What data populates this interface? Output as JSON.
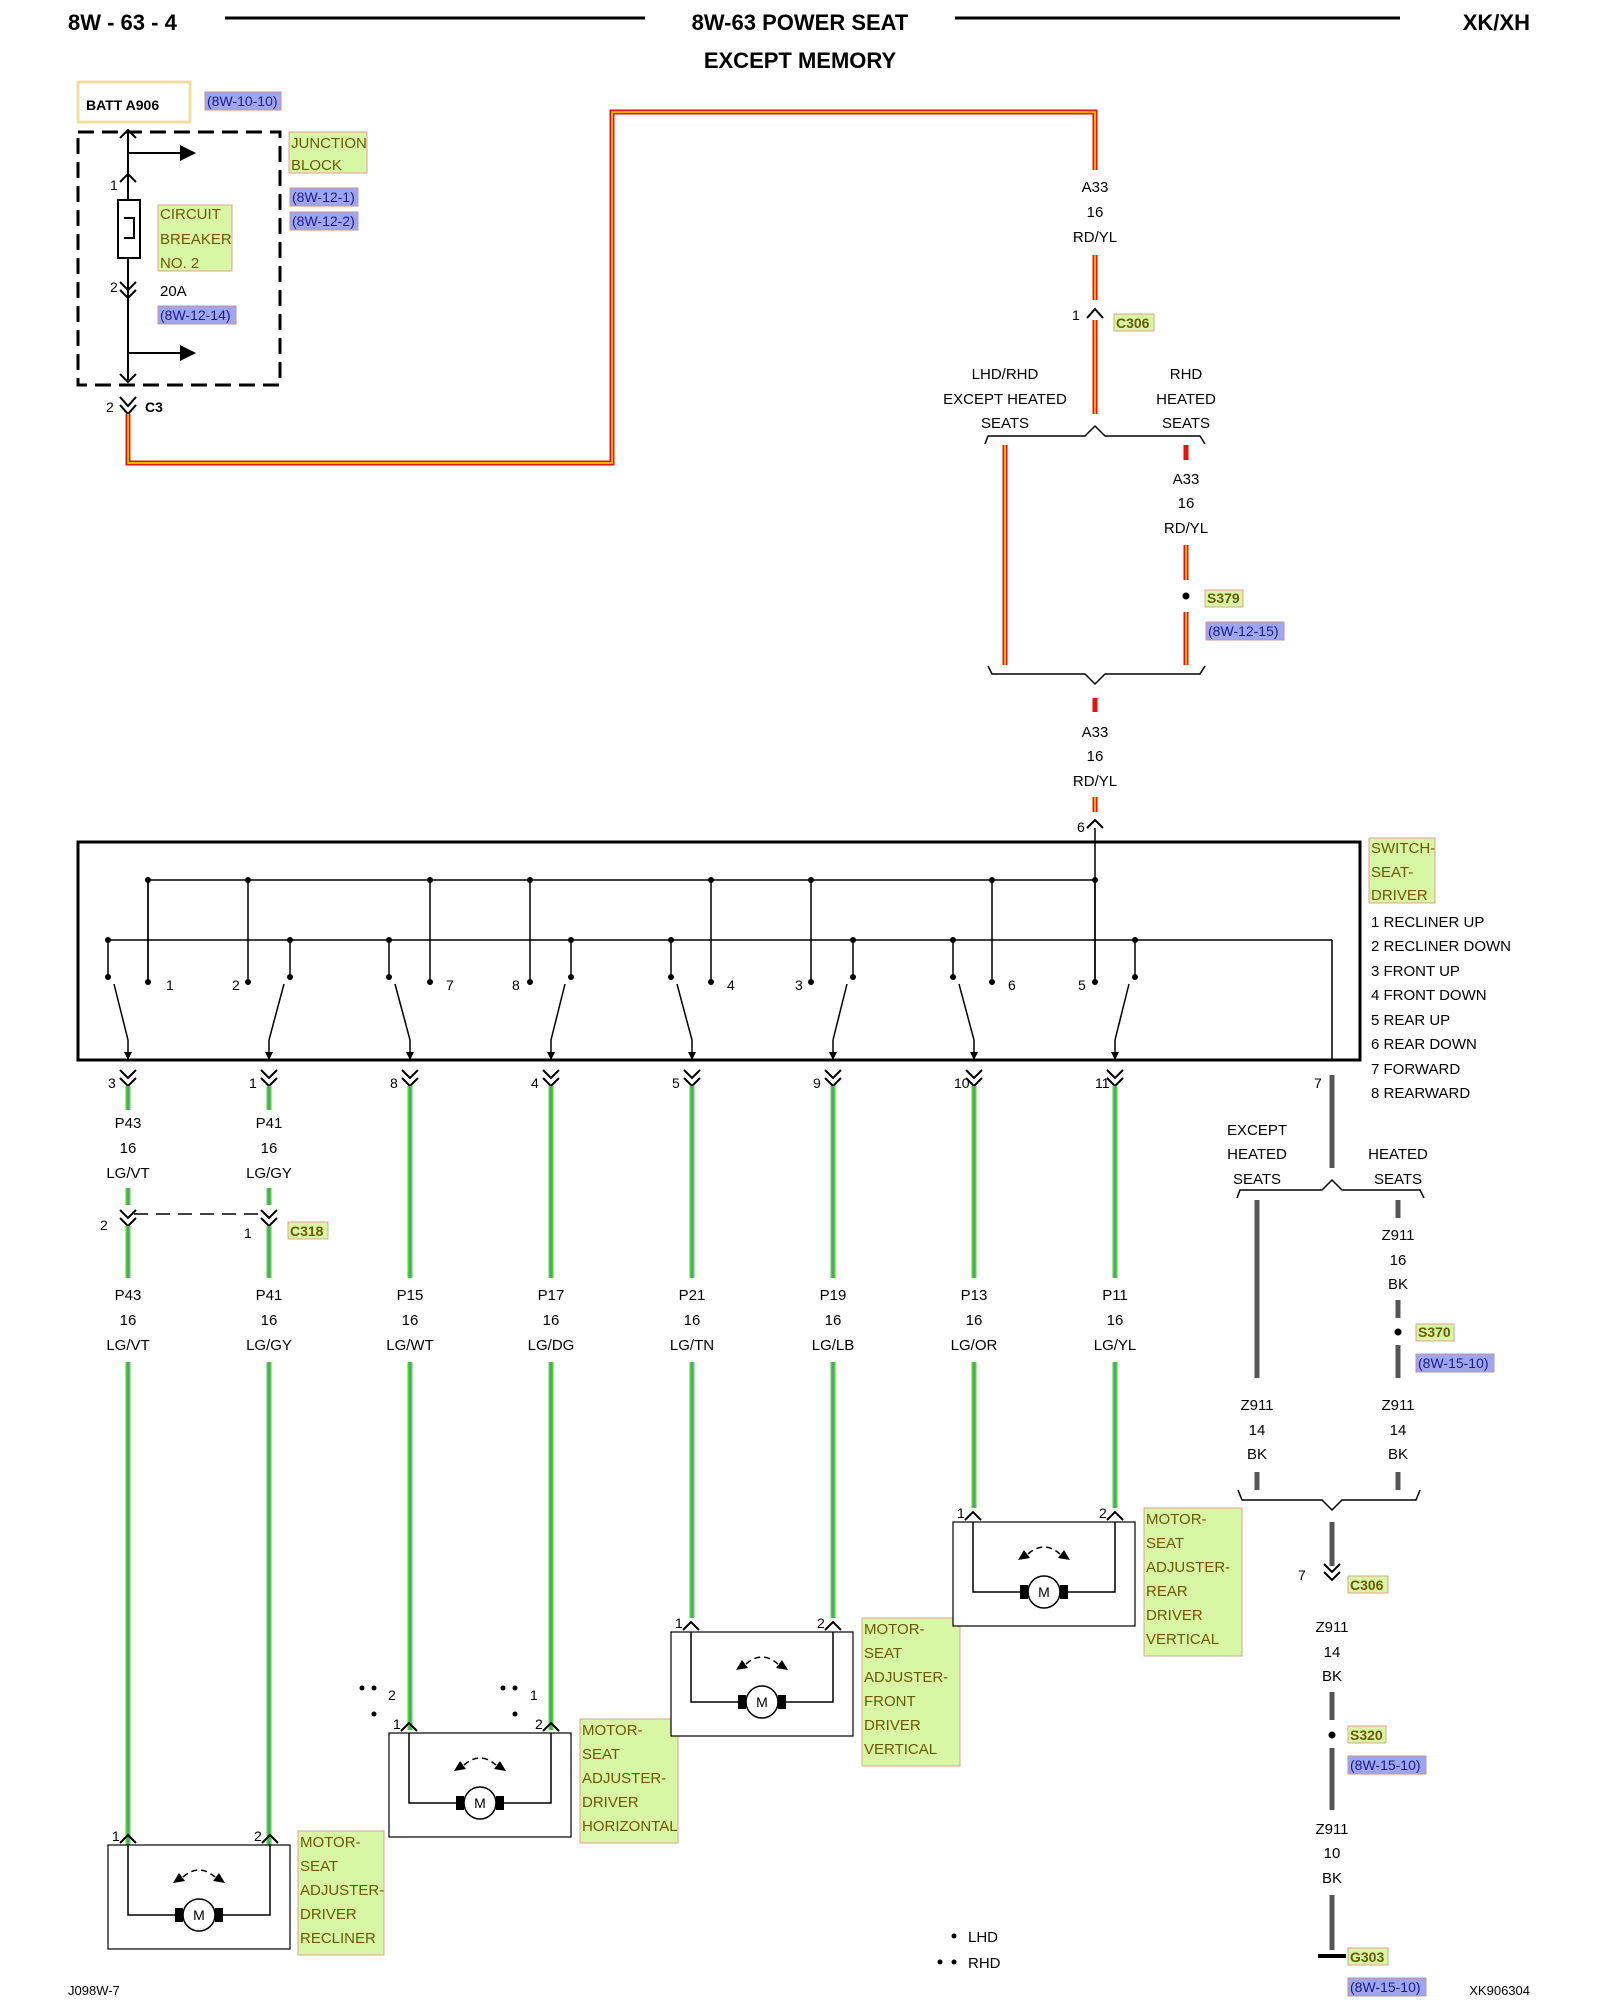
{
  "header": {
    "page_ref": "8W - 63 - 4",
    "title_line1": "8W-63 POWER SEAT",
    "title_line2": "EXCEPT MEMORY",
    "model": "XK/XH"
  },
  "footer": {
    "left": "J098W-7",
    "right": "XK906304"
  },
  "legend": {
    "lhd": "LHD",
    "rhd": "RHD"
  },
  "top": {
    "batt": "BATT A906",
    "batt_ref": "(8W-10-10)",
    "junction": [
      "JUNCTION",
      "BLOCK"
    ],
    "junction_refs": [
      "(8W-12-1)",
      "(8W-12-2)"
    ],
    "breaker": [
      "CIRCUIT",
      "BREAKER",
      "NO. 2"
    ],
    "breaker_rating": "20A",
    "breaker_ref": "(8W-12-14)",
    "pin_top": "1",
    "pin_mid": "2",
    "pin_c3": "2",
    "c3": "C3"
  },
  "feed": {
    "wire_upper": [
      "A33",
      "16",
      "RD/YL"
    ],
    "c306_pin": "1",
    "c306": "C306",
    "branch_left": [
      "LHD/RHD",
      "EXCEPT HEATED",
      "SEATS"
    ],
    "branch_right": [
      "RHD",
      "HEATED",
      "SEATS"
    ],
    "wire_right": [
      "A33",
      "16",
      "RD/YL"
    ],
    "s379": "S379",
    "s379_ref": "(8W-12-15)",
    "wire_lower": [
      "A33",
      "16",
      "RD/YL"
    ],
    "switch_pin": "6"
  },
  "switch": {
    "name": [
      "SWITCH-",
      "SEAT-",
      "DRIVER"
    ],
    "functions": [
      "1 RECLINER UP",
      "2 RECLINER DOWN",
      "3 FRONT UP",
      "4 FRONT DOWN",
      "5 REAR UP",
      "6 REAR DOWN",
      "7 FORWARD",
      "8 REARWARD"
    ],
    "contact_labels": [
      "1",
      "2",
      "7",
      "8",
      "4",
      "3",
      "6",
      "5"
    ],
    "output_pins": [
      "3",
      "1",
      "8",
      "4",
      "5",
      "9",
      "10",
      "11",
      "7"
    ]
  },
  "circuits": {
    "upper": [
      [
        "P43",
        "16",
        "LG/VT"
      ],
      [
        "P41",
        "16",
        "LG/GY"
      ]
    ],
    "c318": "C318",
    "c318_pins": [
      "2",
      "1"
    ],
    "lower": [
      [
        "P43",
        "16",
        "LG/VT"
      ],
      [
        "P41",
        "16",
        "LG/GY"
      ],
      [
        "P15",
        "16",
        "LG/WT"
      ],
      [
        "P17",
        "16",
        "LG/DG"
      ],
      [
        "P21",
        "16",
        "LG/TN"
      ],
      [
        "P19",
        "16",
        "LG/LB"
      ],
      [
        "P13",
        "16",
        "LG/OR"
      ],
      [
        "P11",
        "16",
        "LG/YL"
      ]
    ]
  },
  "ground": {
    "branch_left": [
      "EXCEPT",
      "HEATED",
      "SEATS"
    ],
    "branch_right": [
      "HEATED",
      "SEATS"
    ],
    "wire_z16": [
      "Z911",
      "16",
      "BK"
    ],
    "s370": "S370",
    "s370_ref": "(8W-15-10)",
    "wire_z14_left": [
      "Z911",
      "14",
      "BK"
    ],
    "wire_z14_right": [
      "Z911",
      "14",
      "BK"
    ],
    "c306_pin": "7",
    "c306": "C306",
    "wire_z14_mid": [
      "Z911",
      "14",
      "BK"
    ],
    "s320": "S320",
    "s320_ref": "(8W-15-10)",
    "wire_z10": [
      "Z911",
      "10",
      "BK"
    ],
    "g303": "G303",
    "g303_ref": "(8W-15-10)"
  },
  "motors": [
    {
      "name": [
        "MOTOR-",
        "SEAT",
        "ADJUSTER-",
        "DRIVER",
        "RECLINER"
      ],
      "pins": [
        "1",
        "2"
      ],
      "symbol": "M"
    },
    {
      "name": [
        "MOTOR-",
        "SEAT",
        "ADJUSTER-",
        "DRIVER",
        "HORIZONTAL"
      ],
      "pins": [
        "1",
        "2"
      ],
      "rhd_pins": [
        "2",
        "1"
      ],
      "symbol": "M"
    },
    {
      "name": [
        "MOTOR-",
        "SEAT",
        "ADJUSTER-",
        "FRONT",
        "DRIVER",
        "VERTICAL"
      ],
      "pins": [
        "1",
        "2"
      ],
      "symbol": "M"
    },
    {
      "name": [
        "MOTOR-",
        "SEAT",
        "ADJUSTER-",
        "REAR",
        "DRIVER",
        "VERTICAL"
      ],
      "pins": [
        "1",
        "2"
      ],
      "symbol": "M"
    }
  ],
  "colors": {
    "red": "#e8120c",
    "yellow": "#f2e400",
    "green": "#3ee01a",
    "violet": "#8a5cf0",
    "ground": "#555555",
    "label_bg": "#d7f7a4",
    "ref_bg": "#9ea6f2"
  }
}
